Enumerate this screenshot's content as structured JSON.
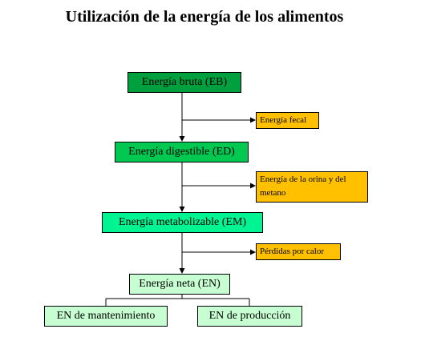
{
  "title": "Utilización de la energía de los alimentos",
  "nodes": {
    "eb": "Energía bruta (EB)",
    "ed": "Energía digestible (ED)",
    "em": "Energía metabolizable (EM)",
    "en": "Energía neta (EN)",
    "mantenimiento": "EN de mantenimiento",
    "produccion": "EN de producción"
  },
  "losses": {
    "fecal": "Energía fecal",
    "orina": "Energía de la orina y del metano",
    "calor": "Pérdidas por calor"
  },
  "colors": {
    "eb": "#00a03e",
    "ed": "#00c850",
    "em": "#00f592",
    "en": "#c8ffd2",
    "loss": "#ffc000"
  }
}
